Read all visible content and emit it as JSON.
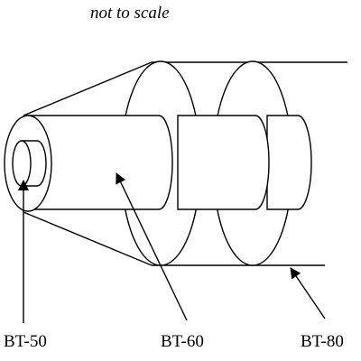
{
  "note": "not to scale",
  "labels": {
    "bt50": "BT-50",
    "bt60": "BT-60",
    "bt80": "BT-80"
  }
}
